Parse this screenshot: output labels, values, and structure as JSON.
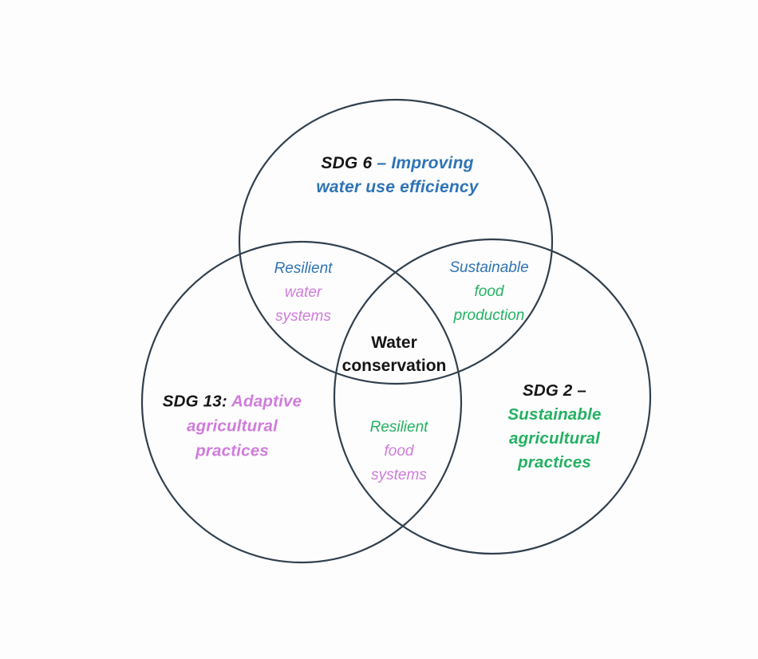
{
  "palette": {
    "background": "#fdfdfd",
    "circle_stroke": "#31404e",
    "black": "#151515",
    "blue": "#2e74b5",
    "pink": "#cf7bdc",
    "green": "#23b162"
  },
  "diagram": {
    "type": "venn",
    "circles": [
      {
        "id": "sdg6",
        "label": "SDG 6 – Improving water use efficiency"
      },
      {
        "id": "sdg13",
        "label": "SDG 13: Adaptive agricultural practices"
      },
      {
        "id": "sdg2",
        "label": "SDG 2 – Sustainable agricultural practices"
      }
    ]
  },
  "labels": {
    "sdg6": {
      "prefix": "SDG 6 ",
      "rest": "– Improving",
      "line2": "water use efficiency"
    },
    "sdg13": {
      "prefix": "SDG 13: ",
      "rest": "Adaptive",
      "line2": "agricultural",
      "line3": "practices"
    },
    "sdg2": {
      "line1": "SDG 2 –",
      "line2": "Sustainable",
      "line3": "agricultural",
      "line4": "practices"
    },
    "water_systems": {
      "line1": "Resilient",
      "line2": "water",
      "line3": "systems"
    },
    "food_production": {
      "line1": "Sustainable",
      "line2": "food",
      "line3": "production"
    },
    "food_systems": {
      "line1": "Resilient",
      "line2": "food",
      "line3": "systems"
    },
    "center": {
      "line1": "Water",
      "line2": "conservation"
    }
  }
}
